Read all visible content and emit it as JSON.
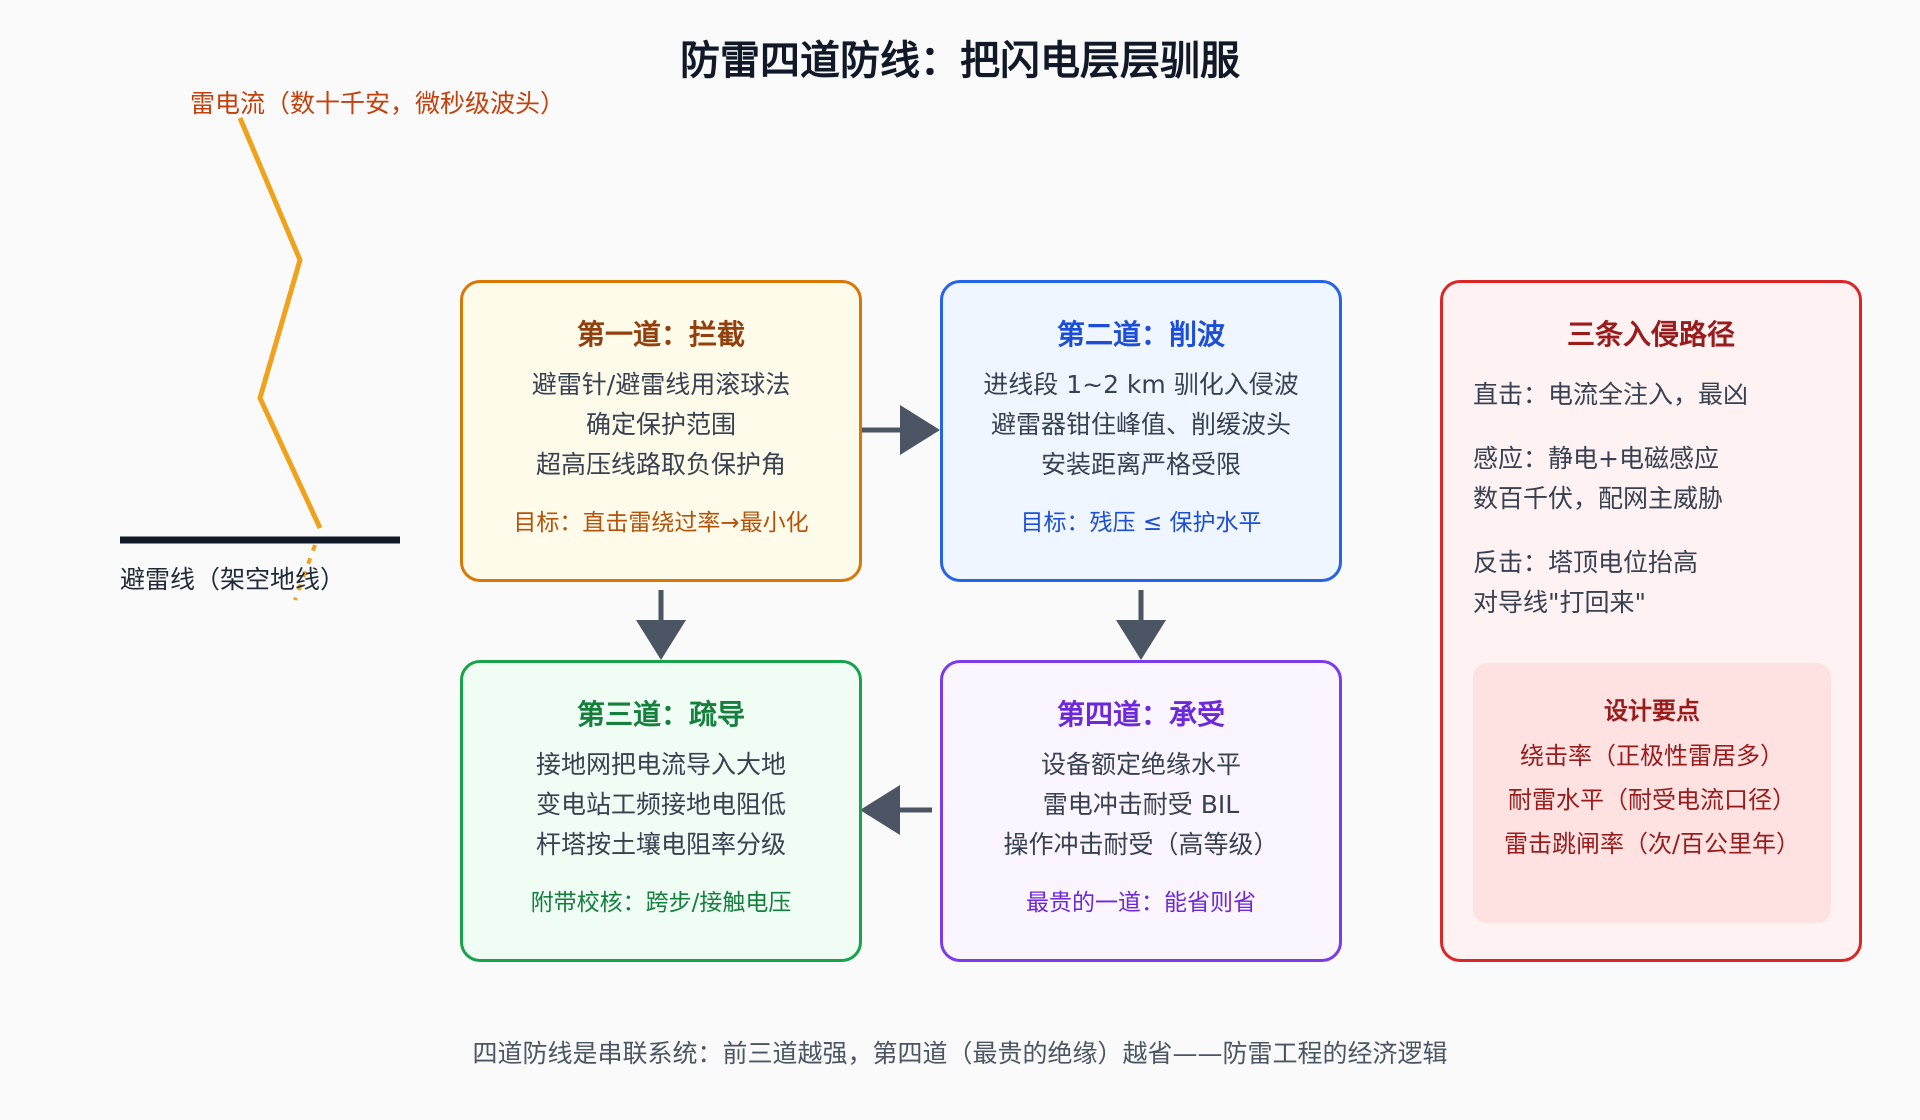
{
  "title": "防雷四道防线：把闪电层层驯服",
  "lightning": {
    "current_label": "雷电流（数十千安，微秒级波头）",
    "wire_label": "避雷线（架空地线）",
    "bolt_color": "#f0a21c"
  },
  "stages": [
    {
      "title": "第一道：拦截",
      "lines": [
        "避雷针/避雷线用滚球法",
        "确定保护范围",
        "超高压线路取负保护角"
      ],
      "goal": "目标：直击雷绕过率→最小化",
      "color": "#d97706"
    },
    {
      "title": "第二道：削波",
      "lines": [
        "进线段 1~2 km 驯化入侵波",
        "避雷器钳住峰值、削缓波头",
        "安装距离严格受限"
      ],
      "goal": "目标：残压 ≤ 保护水平",
      "color": "#2563eb"
    },
    {
      "title": "第三道：疏导",
      "lines": [
        "接地网把电流导入大地",
        "变电站工频接地电阻低",
        "杆塔按土壤电阻率分级"
      ],
      "goal": "附带校核：跨步/接触电压",
      "color": "#16a34a"
    },
    {
      "title": "第四道：承受",
      "lines": [
        "设备额定绝缘水平",
        "雷电冲击耐受 BIL",
        "操作冲击耐受（高等级）"
      ],
      "goal": "最贵的一道：能省则省",
      "color": "#7c3aed"
    }
  ],
  "intrusion": {
    "title": "三条入侵路径",
    "direct": "直击：电流全注入，最凶",
    "induction_1": "感应：静电+电磁感应",
    "induction_2": "数百千伏，配网主威胁",
    "backflash_1": "反击：塔顶电位抬高",
    "backflash_2": "对导线\"打回来\"",
    "design": {
      "title": "设计要点",
      "items": [
        "绕击率（正极性雷居多）",
        "耐雷水平（耐受电流口径）",
        "雷击跳闸率（次/百公里年）"
      ]
    },
    "color": "#dc2626"
  },
  "footer": "四道防线是串联系统：前三道越强，第四道（最贵的绝缘）越省——防雷工程的经济逻辑",
  "arrow_color": "#4b5563"
}
